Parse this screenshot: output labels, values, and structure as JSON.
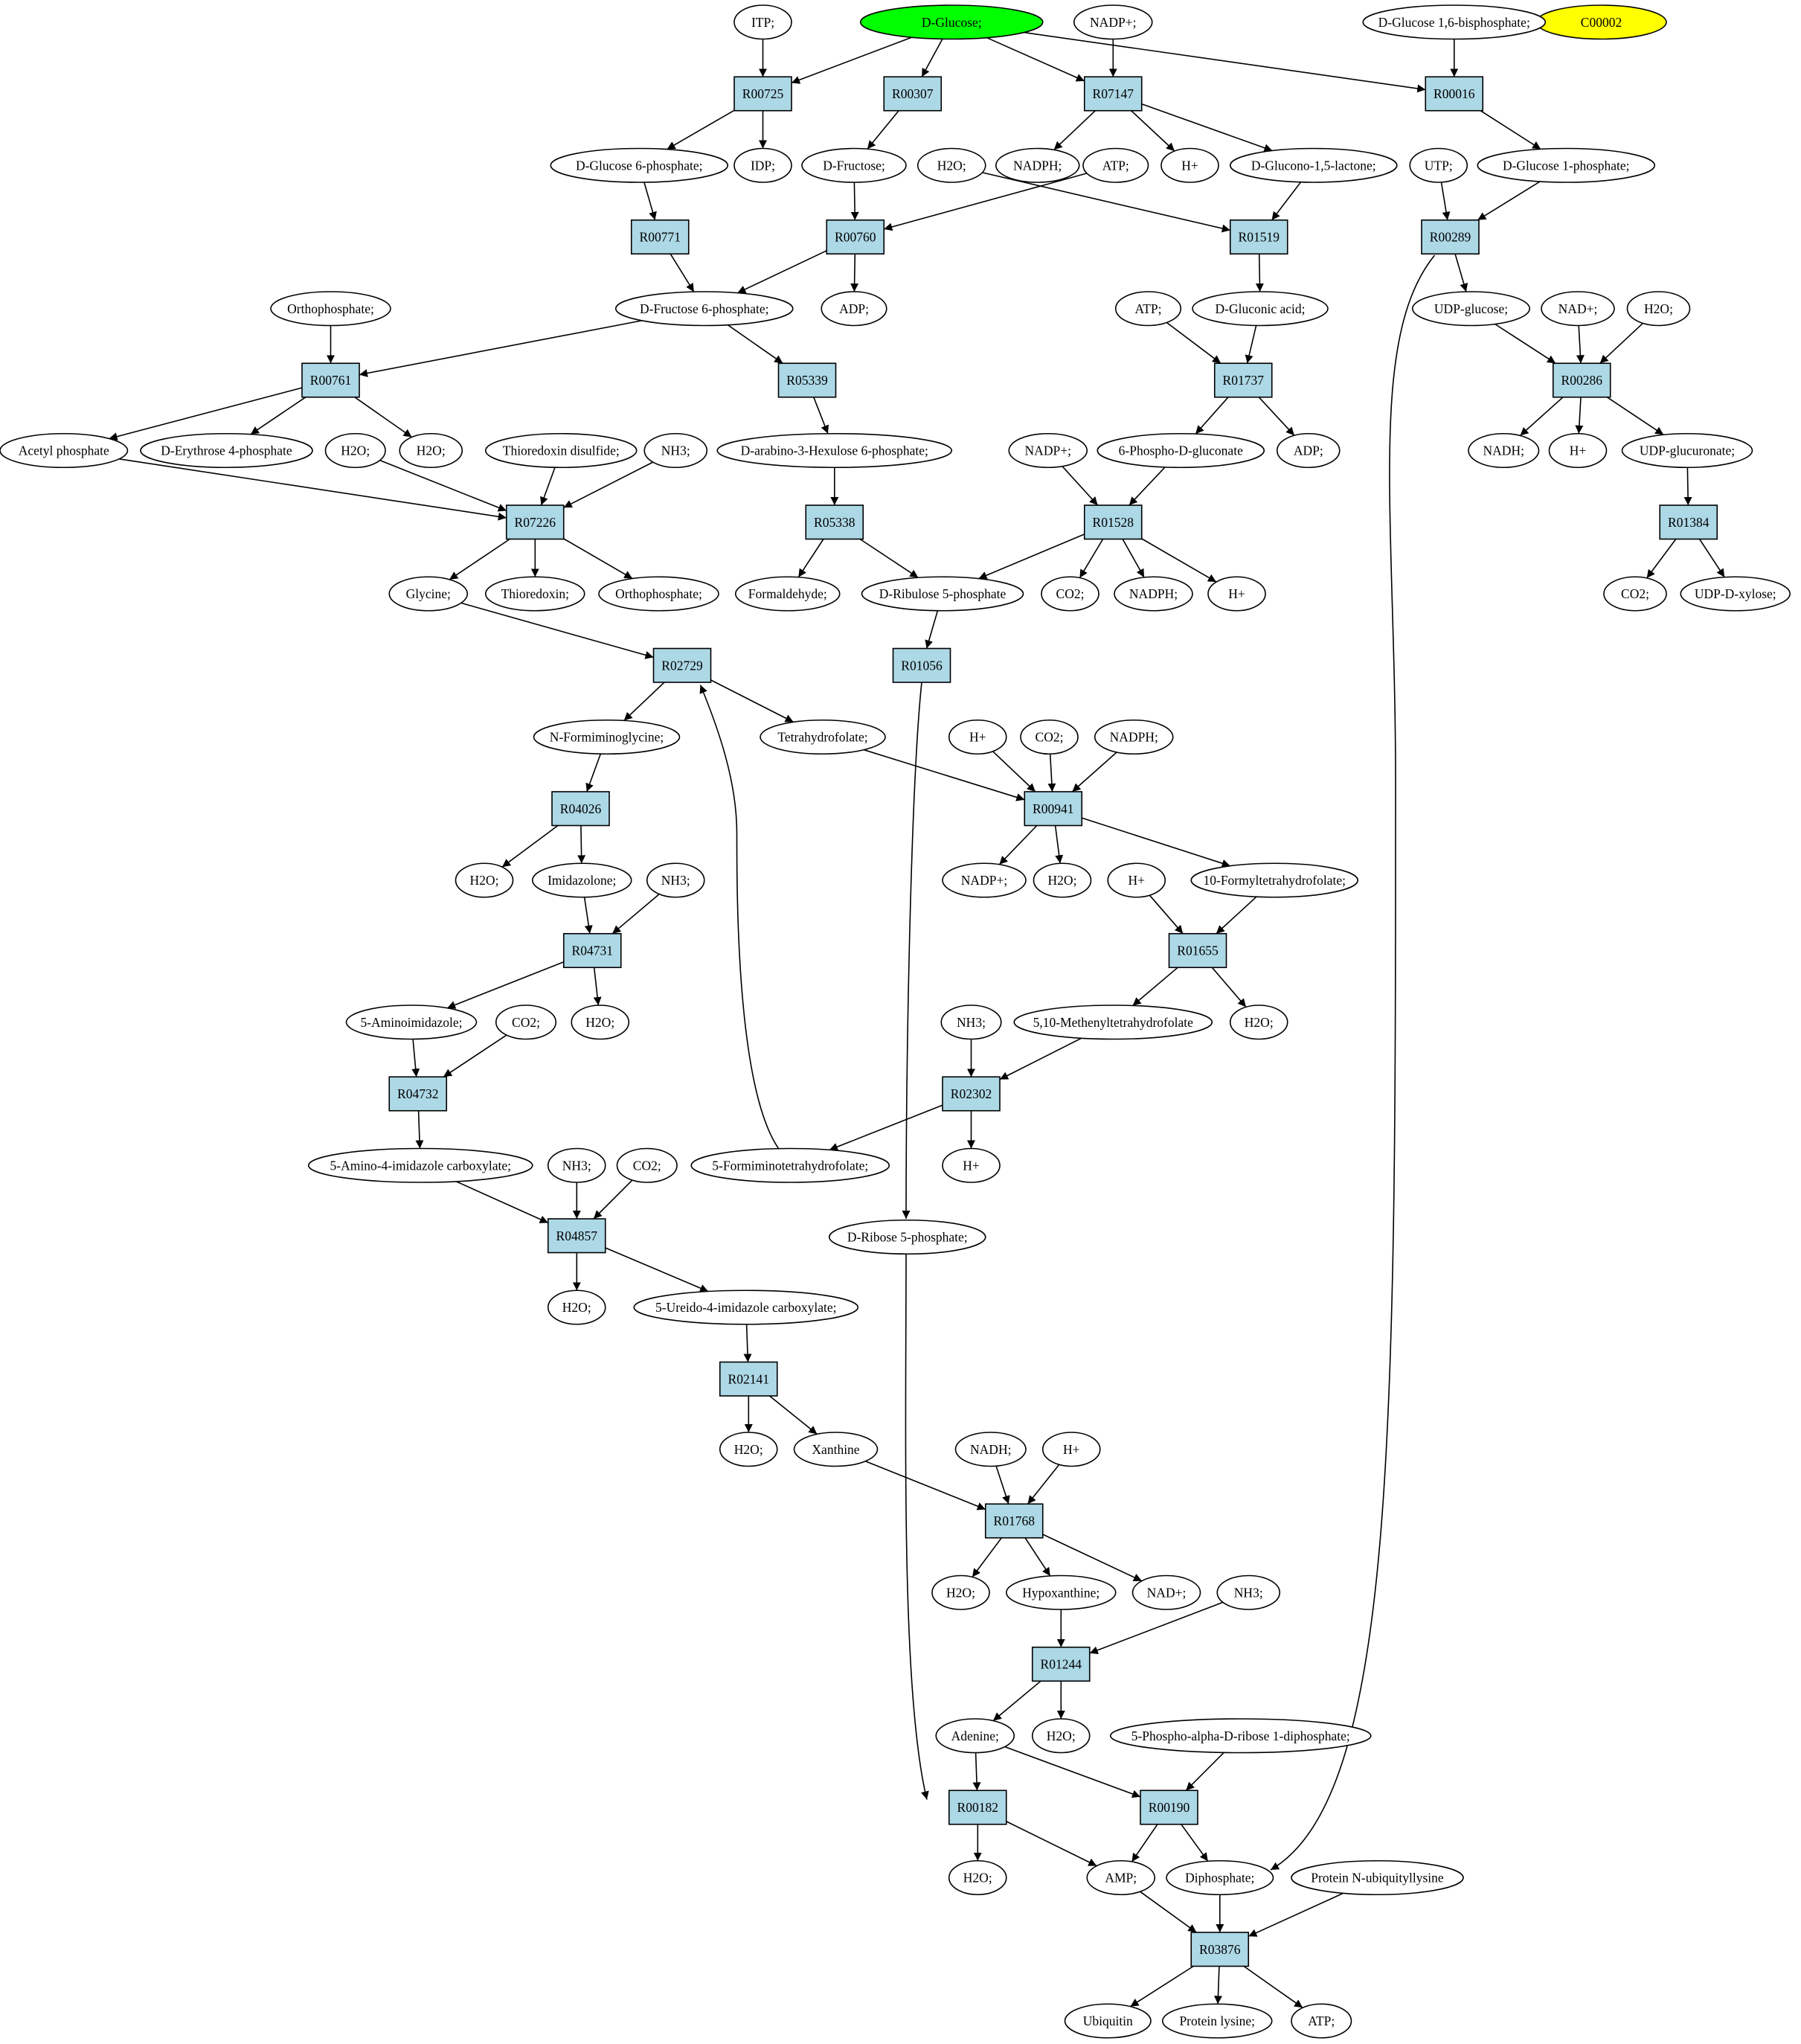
{
  "colors": {
    "reaction_fill": "#add8e6",
    "compound_fill": "#ffffff",
    "start_compound_fill": "#00ff00",
    "target_compound_fill": "#ffff00",
    "stroke": "#000000"
  },
  "compounds": [
    {
      "id": "glucose",
      "label": "D-Glucose;",
      "fill": "#00ff00"
    },
    {
      "id": "c00002",
      "label": "C00002",
      "fill": "#ffff00"
    },
    {
      "id": "itp",
      "label": "ITP;"
    },
    {
      "id": "nadp_1",
      "label": "NADP+;"
    },
    {
      "id": "g16bp",
      "label": "D-Glucose 1,6-bisphosphate;"
    },
    {
      "id": "g6p",
      "label": "D-Glucose 6-phosphate;"
    },
    {
      "id": "idp",
      "label": "IDP;"
    },
    {
      "id": "fructose",
      "label": "D-Fructose;"
    },
    {
      "id": "h2o_1",
      "label": "H2O;"
    },
    {
      "id": "atp_1",
      "label": "ATP;"
    },
    {
      "id": "nadph_1",
      "label": "NADPH;"
    },
    {
      "id": "hplus_1",
      "label": "H+"
    },
    {
      "id": "gluconolactone",
      "label": "D-Glucono-1,5-lactone;"
    },
    {
      "id": "utp",
      "label": "UTP;"
    },
    {
      "id": "g1p",
      "label": "D-Glucose 1-phosphate;"
    },
    {
      "id": "orthophosphate_1",
      "label": "Orthophosphate;"
    },
    {
      "id": "f6p",
      "label": "D-Fructose 6-phosphate;"
    },
    {
      "id": "adp_1",
      "label": "ADP;"
    },
    {
      "id": "atp_2",
      "label": "ATP;"
    },
    {
      "id": "gluconic",
      "label": "D-Gluconic acid;"
    },
    {
      "id": "udpglucose",
      "label": "UDP-glucose;"
    },
    {
      "id": "nad_1",
      "label": "NAD+;"
    },
    {
      "id": "h2o_2",
      "label": "H2O;"
    },
    {
      "id": "acetylp",
      "label": "Acetyl phosphate"
    },
    {
      "id": "e4p",
      "label": "D-Erythrose 4-phosphate"
    },
    {
      "id": "h2o_3",
      "label": "H2O;"
    },
    {
      "id": "h2o_4",
      "label": "H2O;"
    },
    {
      "id": "trxdisulfide",
      "label": "Thioredoxin disulfide;"
    },
    {
      "id": "nh3_1",
      "label": "NH3;"
    },
    {
      "id": "hexulose6p",
      "label": "D-arabino-3-Hexulose 6-phosphate;"
    },
    {
      "id": "nadp_2",
      "label": "NADP+;"
    },
    {
      "id": "pgluconate",
      "label": "6-Phospho-D-gluconate"
    },
    {
      "id": "adp_2",
      "label": "ADP;"
    },
    {
      "id": "nadh_1",
      "label": "NADH;"
    },
    {
      "id": "hplus_2",
      "label": "H+"
    },
    {
      "id": "udpglucuronate",
      "label": "UDP-glucuronate;"
    },
    {
      "id": "glycine",
      "label": "Glycine;"
    },
    {
      "id": "thioredoxin",
      "label": "Thioredoxin;"
    },
    {
      "id": "orthophosphate_2",
      "label": "Orthophosphate;"
    },
    {
      "id": "formaldehyde",
      "label": "Formaldehyde;"
    },
    {
      "id": "ru5p",
      "label": "D-Ribulose 5-phosphate"
    },
    {
      "id": "co2_1",
      "label": "CO2;"
    },
    {
      "id": "nadph_2",
      "label": "NADPH;"
    },
    {
      "id": "hplus_3",
      "label": "H+"
    },
    {
      "id": "co2_2",
      "label": "CO2;"
    },
    {
      "id": "udpxylose",
      "label": "UDP-D-xylose;"
    },
    {
      "id": "nforminoglycine",
      "label": "N-Formiminoglycine;"
    },
    {
      "id": "thf",
      "label": "Tetrahydrofolate;"
    },
    {
      "id": "hplus_4",
      "label": "H+"
    },
    {
      "id": "co2_3",
      "label": "CO2;"
    },
    {
      "id": "nadph_3",
      "label": "NADPH;"
    },
    {
      "id": "h2o_5",
      "label": "H2O;"
    },
    {
      "id": "imidazolone",
      "label": "Imidazolone;"
    },
    {
      "id": "nh3_2",
      "label": "NH3;"
    },
    {
      "id": "nadp_3",
      "label": "NADP+;"
    },
    {
      "id": "h2o_6",
      "label": "H2O;"
    },
    {
      "id": "formylthf",
      "label": "10-Formyltetrahydrofolate;"
    },
    {
      "id": "hplus_5",
      "label": "H+"
    },
    {
      "id": "aminoimidazole",
      "label": "5-Aminoimidazole;"
    },
    {
      "id": "co2_4",
      "label": "CO2;"
    },
    {
      "id": "h2o_7",
      "label": "H2O;"
    },
    {
      "id": "methenylthf",
      "label": "5,10-Methenyltetrahydrofolate"
    },
    {
      "id": "h2o_8",
      "label": "H2O;"
    },
    {
      "id": "nh3_3",
      "label": "NH3;"
    },
    {
      "id": "aicarboxylate",
      "label": "5-Amino-4-imidazole carboxylate;"
    },
    {
      "id": "nh3_4",
      "label": "NH3;"
    },
    {
      "id": "co2_5",
      "label": "CO2;"
    },
    {
      "id": "forminothf",
      "label": "5-Formiminotetrahydrofolate;"
    },
    {
      "id": "hplus_6",
      "label": "H+"
    },
    {
      "id": "r5p",
      "label": "D-Ribose 5-phosphate;"
    },
    {
      "id": "h2o_9",
      "label": "H2O;"
    },
    {
      "id": "ureidocarboxylate",
      "label": "5-Ureido-4-imidazole carboxylate;"
    },
    {
      "id": "h2o_10",
      "label": "H2O;"
    },
    {
      "id": "xanthine",
      "label": "Xanthine"
    },
    {
      "id": "nadh_2",
      "label": "NADH;"
    },
    {
      "id": "hplus_7",
      "label": "H+"
    },
    {
      "id": "h2o_11",
      "label": "H2O;"
    },
    {
      "id": "hypoxanthine",
      "label": "Hypoxanthine;"
    },
    {
      "id": "nad_2",
      "label": "NAD+;"
    },
    {
      "id": "nh3_5",
      "label": "NH3;"
    },
    {
      "id": "adenine",
      "label": "Adenine;"
    },
    {
      "id": "h2o_12",
      "label": "H2O;"
    },
    {
      "id": "prpp",
      "label": "5-Phospho-alpha-D-ribose 1-diphosphate;"
    },
    {
      "id": "h2o_13",
      "label": "H2O;"
    },
    {
      "id": "amp",
      "label": "AMP;"
    },
    {
      "id": "diphosphate",
      "label": "Diphosphate;"
    },
    {
      "id": "ubiqlysine",
      "label": "Protein N-ubiquityllysine"
    },
    {
      "id": "ubiquitin",
      "label": "Ubiquitin"
    },
    {
      "id": "proteinlysine",
      "label": "Protein lysine;"
    },
    {
      "id": "atp_3",
      "label": "ATP;"
    }
  ],
  "reactions": [
    {
      "id": "R00725",
      "label": "R00725"
    },
    {
      "id": "R00307",
      "label": "R00307"
    },
    {
      "id": "R07147",
      "label": "R07147"
    },
    {
      "id": "R00016",
      "label": "R00016"
    },
    {
      "id": "R00771",
      "label": "R00771"
    },
    {
      "id": "R00760",
      "label": "R00760"
    },
    {
      "id": "R01519",
      "label": "R01519"
    },
    {
      "id": "R00289",
      "label": "R00289"
    },
    {
      "id": "R00761",
      "label": "R00761"
    },
    {
      "id": "R05339",
      "label": "R05339"
    },
    {
      "id": "R01737",
      "label": "R01737"
    },
    {
      "id": "R00286",
      "label": "R00286"
    },
    {
      "id": "R07226",
      "label": "R07226"
    },
    {
      "id": "R05338",
      "label": "R05338"
    },
    {
      "id": "R01528",
      "label": "R01528"
    },
    {
      "id": "R01384",
      "label": "R01384"
    },
    {
      "id": "R02729",
      "label": "R02729"
    },
    {
      "id": "R01056",
      "label": "R01056"
    },
    {
      "id": "R04026",
      "label": "R04026"
    },
    {
      "id": "R00941",
      "label": "R00941"
    },
    {
      "id": "R04731",
      "label": "R04731"
    },
    {
      "id": "R01655",
      "label": "R01655"
    },
    {
      "id": "R04732",
      "label": "R04732"
    },
    {
      "id": "R02302",
      "label": "R02302"
    },
    {
      "id": "R04857",
      "label": "R04857"
    },
    {
      "id": "R02141",
      "label": "R02141"
    },
    {
      "id": "R01768",
      "label": "R01768"
    },
    {
      "id": "R01244",
      "label": "R01244"
    },
    {
      "id": "R00182",
      "label": "R00182"
    },
    {
      "id": "R00190",
      "label": "R00190"
    },
    {
      "id": "R03876",
      "label": "R03876"
    }
  ],
  "edges": [
    [
      "glucose",
      "R00725"
    ],
    [
      "glucose",
      "R00307"
    ],
    [
      "glucose",
      "R07147"
    ],
    [
      "glucose",
      "R00016"
    ],
    [
      "itp",
      "R00725"
    ],
    [
      "R00725",
      "g6p"
    ],
    [
      "R00725",
      "idp"
    ],
    [
      "R00307",
      "fructose"
    ],
    [
      "nadp_1",
      "R07147"
    ],
    [
      "R07147",
      "nadph_1"
    ],
    [
      "R07147",
      "hplus_1"
    ],
    [
      "R07147",
      "gluconolactone"
    ],
    [
      "g16bp",
      "R00016"
    ],
    [
      "R00016",
      "g1p"
    ],
    [
      "g6p",
      "R00771"
    ],
    [
      "R00771",
      "f6p"
    ],
    [
      "fructose",
      "R00760"
    ],
    [
      "atp_1",
      "R00760"
    ],
    [
      "R00760",
      "f6p"
    ],
    [
      "R00760",
      "adp_1"
    ],
    [
      "h2o_1",
      "R01519"
    ],
    [
      "gluconolactone",
      "R01519"
    ],
    [
      "R01519",
      "gluconic"
    ],
    [
      "utp",
      "R00289"
    ],
    [
      "g1p",
      "R00289"
    ],
    [
      "R00289",
      "udpglucose"
    ],
    [
      "R00289",
      "diphosphate"
    ],
    [
      "orthophosphate_1",
      "R00761"
    ],
    [
      "f6p",
      "R00761"
    ],
    [
      "f6p",
      "R05339"
    ],
    [
      "R00761",
      "acetylp"
    ],
    [
      "R00761",
      "e4p"
    ],
    [
      "R00761",
      "h2o_4"
    ],
    [
      "atp_2",
      "R01737"
    ],
    [
      "gluconic",
      "R01737"
    ],
    [
      "R01737",
      "pgluconate"
    ],
    [
      "R01737",
      "adp_2"
    ],
    [
      "udpglucose",
      "R00286"
    ],
    [
      "nad_1",
      "R00286"
    ],
    [
      "h2o_2",
      "R00286"
    ],
    [
      "R00286",
      "nadh_1"
    ],
    [
      "R00286",
      "hplus_2"
    ],
    [
      "R00286",
      "udpglucuronate"
    ],
    [
      "acetylp",
      "R07226"
    ],
    [
      "h2o_3",
      "R07226"
    ],
    [
      "trxdisulfide",
      "R07226"
    ],
    [
      "nh3_1",
      "R07226"
    ],
    [
      "R07226",
      "glycine"
    ],
    [
      "R07226",
      "thioredoxin"
    ],
    [
      "R07226",
      "orthophosphate_2"
    ],
    [
      "R05339",
      "hexulose6p"
    ],
    [
      "hexulose6p",
      "R05338"
    ],
    [
      "R05338",
      "formaldehyde"
    ],
    [
      "R05338",
      "ru5p"
    ],
    [
      "nadp_2",
      "R01528"
    ],
    [
      "pgluconate",
      "R01528"
    ],
    [
      "R01528",
      "ru5p"
    ],
    [
      "R01528",
      "co2_1"
    ],
    [
      "R01528",
      "nadph_2"
    ],
    [
      "R01528",
      "hplus_3"
    ],
    [
      "udpglucuronate",
      "R01384"
    ],
    [
      "R01384",
      "co2_2"
    ],
    [
      "R01384",
      "udpxylose"
    ],
    [
      "glycine",
      "R02729"
    ],
    [
      "forminothf",
      "R02729"
    ],
    [
      "R02729",
      "nforminoglycine"
    ],
    [
      "R02729",
      "thf"
    ],
    [
      "ru5p",
      "R01056"
    ],
    [
      "R01056",
      "r5p"
    ],
    [
      "nforminoglycine",
      "R04026"
    ],
    [
      "R04026",
      "h2o_5"
    ],
    [
      "R04026",
      "imidazolone"
    ],
    [
      "thf",
      "R00941"
    ],
    [
      "hplus_4",
      "R00941"
    ],
    [
      "co2_3",
      "R00941"
    ],
    [
      "nadph_3",
      "R00941"
    ],
    [
      "R00941",
      "nadp_3"
    ],
    [
      "R00941",
      "h2o_6"
    ],
    [
      "R00941",
      "formylthf"
    ],
    [
      "imidazolone",
      "R04731"
    ],
    [
      "nh3_2",
      "R04731"
    ],
    [
      "R04731",
      "aminoimidazole"
    ],
    [
      "R04731",
      "h2o_7"
    ],
    [
      "hplus_5",
      "R01655"
    ],
    [
      "formylthf",
      "R01655"
    ],
    [
      "R01655",
      "methenylthf"
    ],
    [
      "R01655",
      "h2o_8"
    ],
    [
      "aminoimidazole",
      "R04732"
    ],
    [
      "co2_4",
      "R04732"
    ],
    [
      "R04732",
      "aicarboxylate"
    ],
    [
      "nh3_3",
      "R02302"
    ],
    [
      "methenylthf",
      "R02302"
    ],
    [
      "R02302",
      "forminothf"
    ],
    [
      "R02302",
      "hplus_6"
    ],
    [
      "aicarboxylate",
      "R04857"
    ],
    [
      "nh3_4",
      "R04857"
    ],
    [
      "co2_5",
      "R04857"
    ],
    [
      "R04857",
      "h2o_9"
    ],
    [
      "R04857",
      "ureidocarboxylate"
    ],
    [
      "ureidocarboxylate",
      "R02141"
    ],
    [
      "R02141",
      "h2o_10"
    ],
    [
      "R02141",
      "xanthine"
    ],
    [
      "xanthine",
      "R01768"
    ],
    [
      "nadh_2",
      "R01768"
    ],
    [
      "hplus_7",
      "R01768"
    ],
    [
      "R01768",
      "h2o_11"
    ],
    [
      "R01768",
      "hypoxanthine"
    ],
    [
      "R01768",
      "nad_2"
    ],
    [
      "hypoxanthine",
      "R01244"
    ],
    [
      "nh3_5",
      "R01244"
    ],
    [
      "R01244",
      "adenine"
    ],
    [
      "R01244",
      "h2o_12"
    ],
    [
      "r5p",
      "R00182"
    ],
    [
      "adenine",
      "R00182"
    ],
    [
      "adenine",
      "R00190"
    ],
    [
      "prpp",
      "R00190"
    ],
    [
      "R00182",
      "h2o_13"
    ],
    [
      "R00182",
      "amp"
    ],
    [
      "R00190",
      "amp"
    ],
    [
      "R00190",
      "diphosphate"
    ],
    [
      "amp",
      "R03876"
    ],
    [
      "diphosphate",
      "R03876"
    ],
    [
      "ubiqlysine",
      "R03876"
    ],
    [
      "R03876",
      "ubiquitin"
    ],
    [
      "R03876",
      "proteinlysine"
    ],
    [
      "R03876",
      "atp_3"
    ]
  ]
}
